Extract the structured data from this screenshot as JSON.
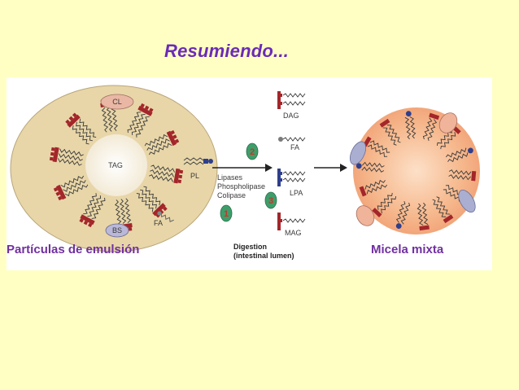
{
  "title": "Resumiendo...",
  "captions": {
    "left": "Partículas de emulsión",
    "right": "Micela mixta"
  },
  "emulsion_labels": {
    "cl": "CL",
    "tag": "TAG",
    "pl": "PL",
    "bs": "BS",
    "fa": "FA"
  },
  "enzymes": [
    "Lipases",
    "Phospholipase",
    "Colipase"
  ],
  "products": [
    "DAG",
    "FA",
    "LPA",
    "MAG"
  ],
  "digestion": [
    "Digestion",
    "(intestinal lumen)"
  ],
  "steps": [
    "1",
    "2",
    "3"
  ],
  "colors": {
    "background": "#ffffc4",
    "title": "#6a2bb8",
    "caption": "#7030a0",
    "particle": "#e8d6a8",
    "head": "#a3262a",
    "step_badge": "#3d9e6a"
  }
}
